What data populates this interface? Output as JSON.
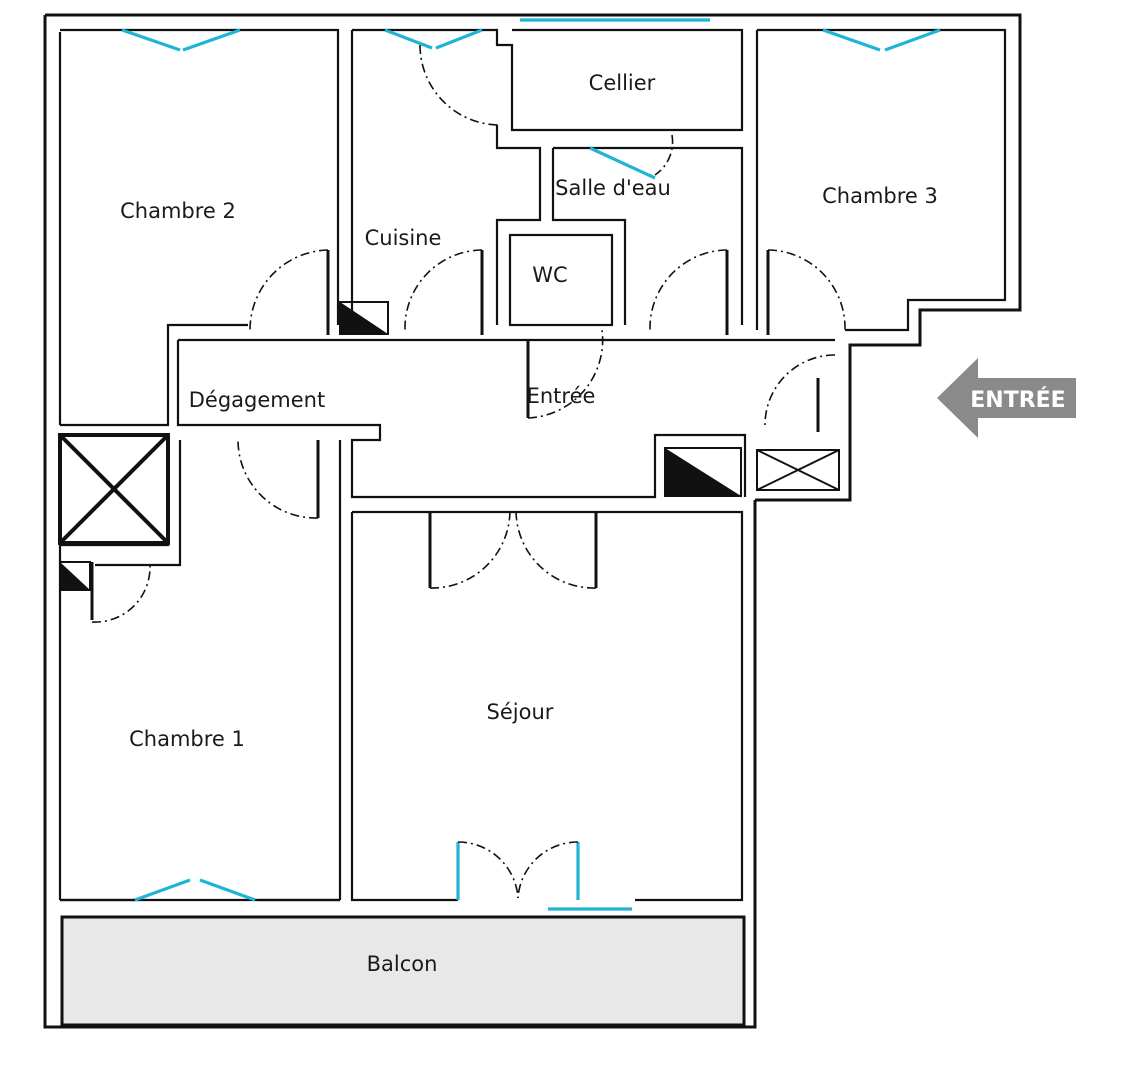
{
  "plan": {
    "rooms": {
      "chambre2": "Chambre 2",
      "cuisine": "Cuisine",
      "cellier": "Cellier",
      "salle_eau": "Salle d'eau",
      "wc": "WC",
      "chambre3": "Chambre 3",
      "degagement": "Dégagement",
      "entree": "Entrée",
      "sejour": "Séjour",
      "chambre1": "Chambre 1",
      "balcon": "Balcon"
    },
    "entrance_marker": "ENTRÉE"
  },
  "colors": {
    "wall": "#111111",
    "window": "#1fb4d6",
    "balcony_fill": "#e8e8e8",
    "entrance_arrow": "#8a8a8a"
  }
}
